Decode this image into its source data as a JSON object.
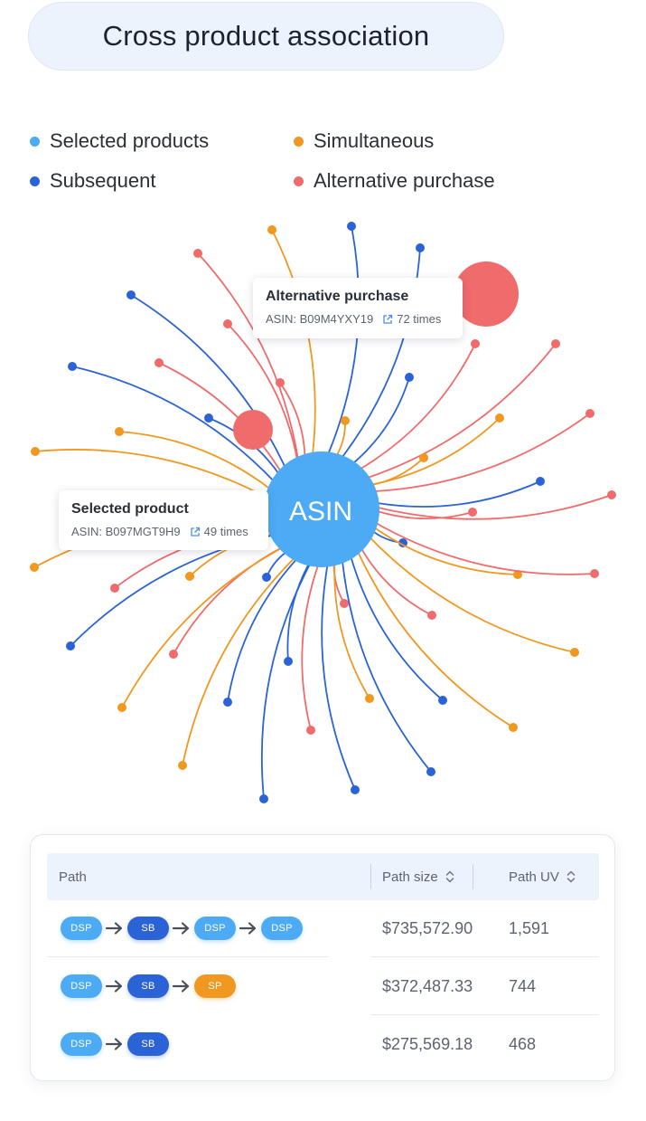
{
  "title": "Cross product association",
  "legend": [
    {
      "label": "Selected products",
      "color": "#4dabf5",
      "key": "selected"
    },
    {
      "label": "Simultaneous",
      "color": "#f0981f",
      "key": "simultaneous"
    },
    {
      "label": "Subsequent",
      "color": "#2b63d6",
      "key": "subsequent"
    },
    {
      "label": "Alternative purchase",
      "color": "#f06b6b",
      "key": "alternative"
    }
  ],
  "center": {
    "label": "ASIN",
    "color": "#4dabf5"
  },
  "tooltips": {
    "alternative": {
      "title": "Alternative purchase",
      "asin": "ASIN: B09M4YXY19",
      "times": "72 times"
    },
    "selected": {
      "title": "Selected product",
      "asin": "ASIN: B097MGT9H9",
      "times": "49 times"
    }
  },
  "table": {
    "headers": {
      "path": "Path",
      "size": "Path size",
      "uv": "Path UV"
    },
    "rows": [
      {
        "path": [
          "DSP",
          "SB",
          "DSP",
          "DSP"
        ],
        "size": "$735,572.90",
        "uv": "1,591"
      },
      {
        "path": [
          "DSP",
          "SB",
          "SP"
        ],
        "size": "$372,487.33",
        "uv": "744"
      },
      {
        "path": [
          "DSP",
          "SB"
        ],
        "size": "$275,569.18",
        "uv": "468"
      }
    ],
    "badge_colors": {
      "DSP": "#4dabf5",
      "SB": "#2b63d6",
      "SP": "#f0981f"
    }
  }
}
